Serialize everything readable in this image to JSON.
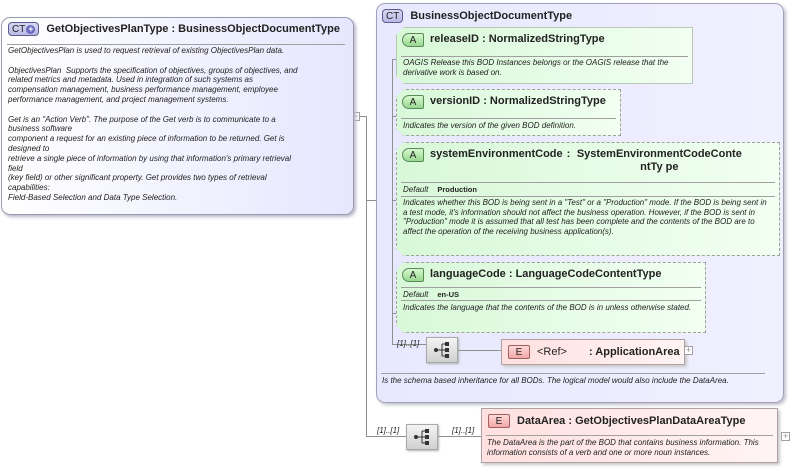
{
  "main_type": {
    "badge": "CT",
    "title": "GetObjectivesPlanType : BusinessObjectDocumentType",
    "documentation": "GetObjectivesPlan is used to request retrieval of existing ObjectivesPlan data.\n\nObjectivesPlan  Supports the specification of objectives, groups of objectives, and\nrelated metrics and metadata. Used in integration of such systems as\ncompensation management, business performance management, employee\nperformance management, and project management systems.\n\nGet is an \"Action Verb\". The purpose of the Get verb is to communicate to a\nbusiness software\ncomponent a request for an existing piece of information to be returned. Get is\ndesigned to\nretrieve a single piece of information by using that information's primary retrieval\nfield\n(key field) or other significant property. Get provides two types of retrieval\ncapabilities:\nField-Based Selection and Data Type Selection."
  },
  "base_type": {
    "badge": "CT",
    "title": "BusinessObjectDocumentType",
    "documentation": "Is the schema based inheritance for all BODs. The logical model would also include the DataArea.",
    "attributes": [
      {
        "badge": "A",
        "name": "releaseID",
        "type": "NormalizedStringType",
        "documentation": "OAGIS Release this BOD Instances belongs or the OAGIS release that the derivative work is based on."
      },
      {
        "badge": "A",
        "name": "versionID",
        "type": "NormalizedStringType",
        "documentation": "Indicates the version of the given BOD definition."
      },
      {
        "badge": "A",
        "name": "systemEnvironmentCode",
        "type": "SystemEnvironmentCodeContentTy pe",
        "default_label": "Default",
        "default_value": "Production",
        "documentation": "Indicates whether this BOD is being sent in a \"Test\" or a \"Production\" mode. If the BOD is being sent in a test mode, it's information should not affect the business operation. However, if the BOD is sent in \"Production\" mode it is assumed that all test has been complete and the contents of the BOD are to affect the operation of the receiving business application(s)."
      },
      {
        "badge": "A",
        "name": "languageCode",
        "type": "LanguageCodeContentType",
        "default_label": "Default",
        "default_value": "en-US",
        "documentation": "Indicates the language that the contents of the BOD is in unless otherwise stated."
      }
    ],
    "sequence": {
      "cardinality": "[1]..[1]",
      "element": {
        "badge": "E",
        "ref_label": "<Ref>",
        "name": ": ApplicationArea",
        "cardinality": "[1]..[1]",
        "expand": "+"
      }
    }
  },
  "sequence": {
    "cardinality": "[1]..[1]",
    "element": {
      "badge": "E",
      "title": "DataArea : GetObjectivesPlanDataAreaType",
      "cardinality": "[1]..[1]",
      "documentation": "The DataArea is the part of the BOD that contains business information. This information consists of a verb and one or more noun instances.",
      "expand": "+"
    }
  },
  "collapse_toggle": "−"
}
